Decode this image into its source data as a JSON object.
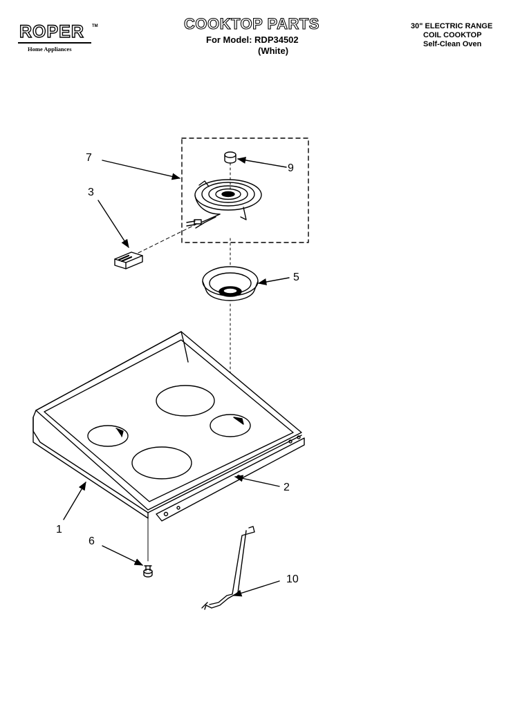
{
  "brand": {
    "name": "ROPER",
    "trademark": "TM",
    "tagline": "Home Appliances"
  },
  "header": {
    "title": "COOKTOP PARTS",
    "model_line": "For Model: RDP34502",
    "color_line": "(White)"
  },
  "spec": {
    "line1": "30\" ELECTRIC RANGE",
    "line2": "COIL COOKTOP",
    "line3": "Self-Clean Oven"
  },
  "callouts": {
    "c7": "7",
    "c9": "9",
    "c3": "3",
    "c5": "5",
    "c2": "2",
    "c1": "1",
    "c6": "6",
    "c10": "10"
  }
}
